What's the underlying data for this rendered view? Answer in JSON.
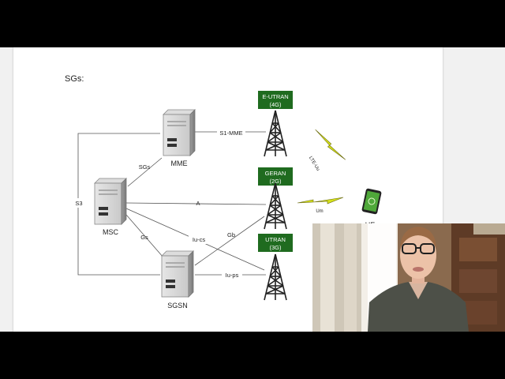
{
  "slide": {
    "heading": "SGs:",
    "nodes": {
      "mme": "MME",
      "msc": "MSC",
      "sgsn": "SGSN",
      "ue": "UE"
    },
    "towers": {
      "eutran": {
        "line1": "E-UTRAN",
        "line2": "(4G)"
      },
      "geran": {
        "line1": "GERAN",
        "line2": "(2G)"
      },
      "utran": {
        "line1": "UTRAN",
        "line2": "(3G)"
      }
    },
    "links": {
      "s1mme": "S1-MME",
      "sgs": "SGs",
      "s3": "S3",
      "a": "A",
      "gs": "Gs",
      "iucs": "Iu-cs",
      "gb": "Gb",
      "iups": "Iu-ps",
      "lteuu": "LTE-Uu",
      "um": "Um"
    },
    "colors": {
      "tower_box": "#1f6b1f",
      "lightning": "#d6e21a"
    }
  },
  "add_button": {
    "icon": "add-box-icon"
  },
  "webcam": {
    "content": "presenter-video"
  }
}
